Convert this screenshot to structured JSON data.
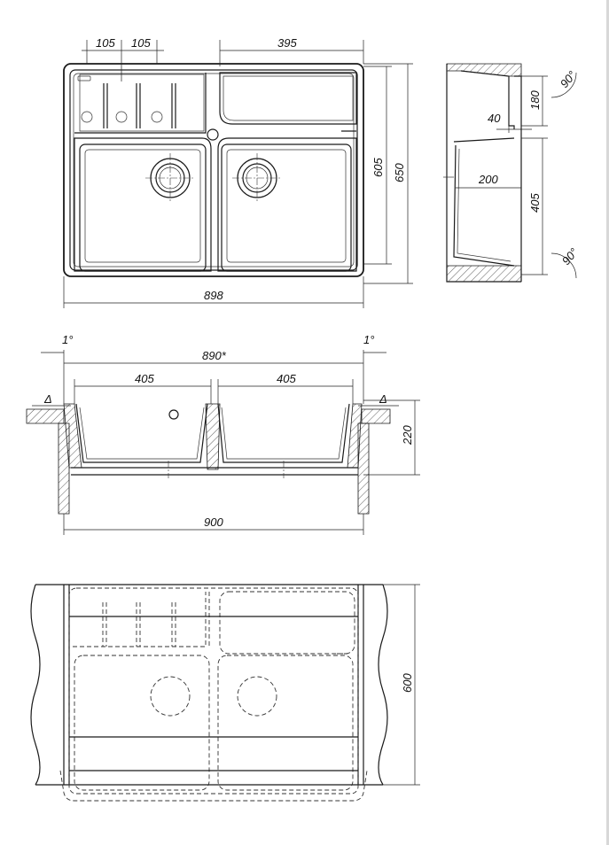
{
  "top_view": {
    "dim_slot_1": "105",
    "dim_slot_2": "105",
    "dim_drainer": "395",
    "dim_inner_depth": "605",
    "dim_total_depth": "650",
    "dim_total_width": "898"
  },
  "side_view": {
    "dim_top_height": "180",
    "dim_ledge": "40",
    "dim_bowl_depth_half": "200",
    "dim_bowl_length": "405",
    "angle_top": "90°",
    "angle_bottom": "90°"
  },
  "front_section": {
    "angle_left": "1°",
    "angle_right": "1°",
    "dim_cutout": "890*",
    "dim_bowl_left": "405",
    "dim_bowl_right": "405",
    "delta_left": "Δ",
    "delta_right": "Δ",
    "dim_height": "220",
    "dim_cabinet": "900"
  },
  "install_view": {
    "dim_cabinet_depth": "600"
  }
}
